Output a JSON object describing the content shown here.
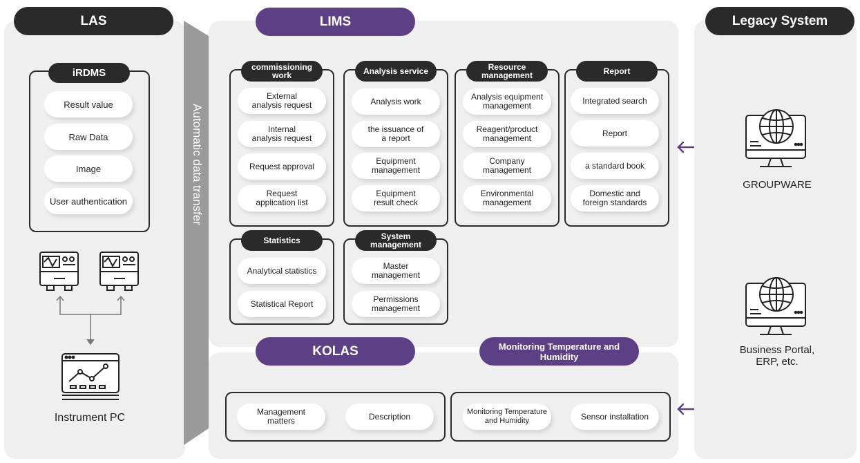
{
  "las": {
    "title": "LAS",
    "irdms": {
      "title": "iRDMS",
      "items": [
        "Result value",
        "Raw Data",
        "Image",
        "User authentication"
      ]
    },
    "instrument_pc": "Instrument PC"
  },
  "transfer_label": "Automatic data transfer",
  "lims": {
    "title": "LIMS",
    "groups": [
      {
        "title": "commissioning\nwork",
        "items": [
          "External\nanalysis request",
          "Internal\nanalysis request",
          "Request approval",
          "Request\napplication list"
        ]
      },
      {
        "title": "Analysis service",
        "items": [
          "Analysis work",
          "the issuance of\na report",
          "Equipment\nmanagement",
          "Equipment\nresult check"
        ]
      },
      {
        "title": "Resource\nmanagement",
        "items": [
          "Analysis equipment\nmanagement",
          "Reagent/product\nmanagement",
          "Company\nmanagement",
          "Environmental\nmanagement"
        ]
      },
      {
        "title": "Report",
        "items": [
          "Integrated search",
          "Report",
          "a standard book",
          "Domestic and\nforeign standards"
        ]
      },
      {
        "title": "Statistics",
        "items": [
          "Analytical statistics",
          "Statistical Report"
        ]
      },
      {
        "title": "System\nmanagement",
        "items": [
          "Master\nmanagement",
          "Permissions\nmanagement"
        ]
      }
    ]
  },
  "kolas": {
    "title": "KOLAS",
    "items": [
      "Management\nmatters",
      "Description"
    ]
  },
  "monitoring": {
    "title": "Monitoring Temperature and Humidity",
    "items": [
      "Monitoring Temperature\nand Humidity",
      "Sensor installation"
    ]
  },
  "legacy": {
    "title": "Legacy System",
    "systems": [
      "GROUPWARE",
      "Business Portal,\nERP, etc."
    ]
  },
  "colors": {
    "dark": "#2a2a2a",
    "purple": "#5d3f86",
    "panel": "#efefef",
    "arrow": "#5d3f86"
  }
}
